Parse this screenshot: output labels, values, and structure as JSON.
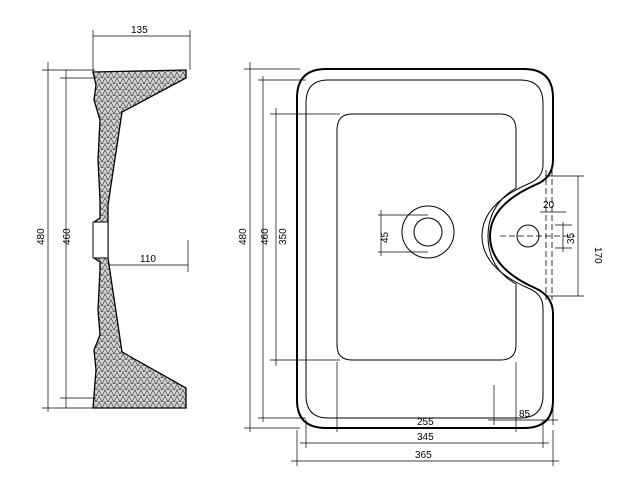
{
  "side_view": {
    "dim_top_width": "135",
    "dim_total_height_outer": "480",
    "dim_total_height_inner": "460",
    "dim_drain_depth": "110"
  },
  "top_view": {
    "dim_height_outer": "480",
    "dim_height_inner": "460",
    "dim_bowl_height": "350",
    "dim_drain_diameter": "45",
    "dim_tap_offset": "20",
    "dim_tap_hole": "35",
    "dim_tap_ledge": "170",
    "dim_bowl_width": "255",
    "dim_ledge_width": "85",
    "dim_width_inner": "345",
    "dim_width_outer": "365"
  },
  "colors": {
    "line": "#000000",
    "hatch_fill": "#cfcfcf",
    "background": "#ffffff"
  }
}
